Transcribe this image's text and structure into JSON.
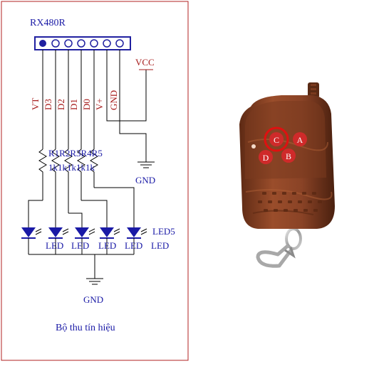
{
  "schematic": {
    "header_label": "RX480R",
    "pin_labels": [
      "VT",
      "D3",
      "D2",
      "D1",
      "D0",
      "V+",
      "GND"
    ],
    "vcc_label": "VCC",
    "gnd_label": "GND",
    "resistor_names": "R1R2R3R4R5",
    "resistor_values": "1k1k1k1k1k",
    "led_name_last": "LED5",
    "led_labels": [
      "LED",
      "LED",
      "LED",
      "LED",
      "LED"
    ],
    "caption": "Bộ thu tín hiệu"
  },
  "remote": {
    "buttons": [
      "A",
      "B",
      "C",
      "D"
    ],
    "body_color": "#8a4326",
    "button_color": "#cf2a2a",
    "highlight_color": "#e01010"
  }
}
